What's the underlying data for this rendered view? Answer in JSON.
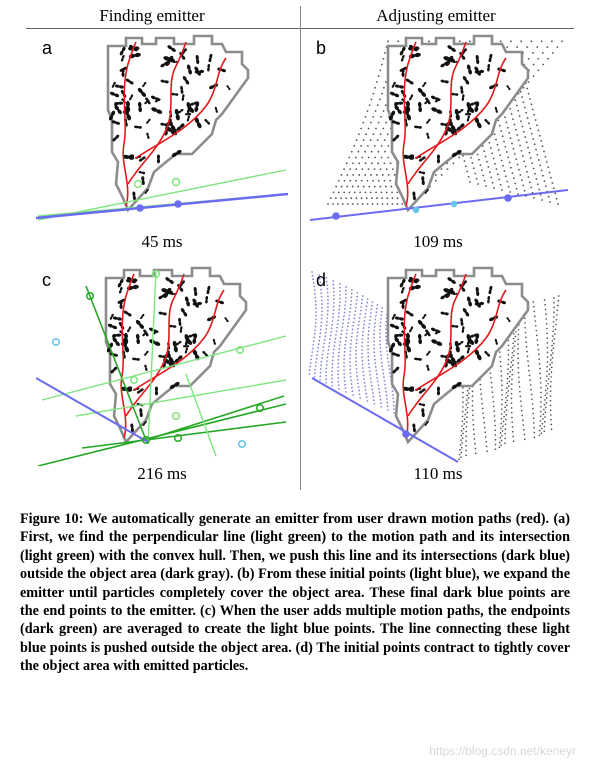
{
  "figure": {
    "column_titles": [
      "Finding emitter",
      "Adjusting emitter"
    ],
    "panels": [
      {
        "label": "a",
        "timing": "45 ms"
      },
      {
        "label": "b",
        "timing": "109 ms"
      },
      {
        "label": "c",
        "timing": "216 ms"
      },
      {
        "label": "d",
        "timing": "110 ms"
      }
    ],
    "colors": {
      "object_area": "#8c8c8c",
      "motion_path": "#e31a1c",
      "light_green": "#7fe57f",
      "dark_green": "#27a827",
      "dark_blue": "#6b6bf2",
      "light_blue": "#62c7e8",
      "particles_dark": "#555555",
      "particles_blue": "#7b7bd6"
    }
  },
  "caption": "Figure 10: We automatically generate an emitter from user drawn motion paths (red). (a) First, we find the perpendicular line (light green) to the motion path and its intersection (light green) with the convex hull. Then, we push this line and its intersections (dark blue) outside the object area (dark gray). (b) From these initial points (light blue), we expand the emitter until particles completely cover the object area. These final dark blue points are the end points to the emitter. (c) When the user adds multiple motion paths, the endpoints (dark green) are averaged to create the light blue points. The line connecting these light blue points is pushed outside the object area. (d) The initial points contract to tightly cover the object area with emitted particles.",
  "watermark": "https://blog.csdn.net/keneyr"
}
